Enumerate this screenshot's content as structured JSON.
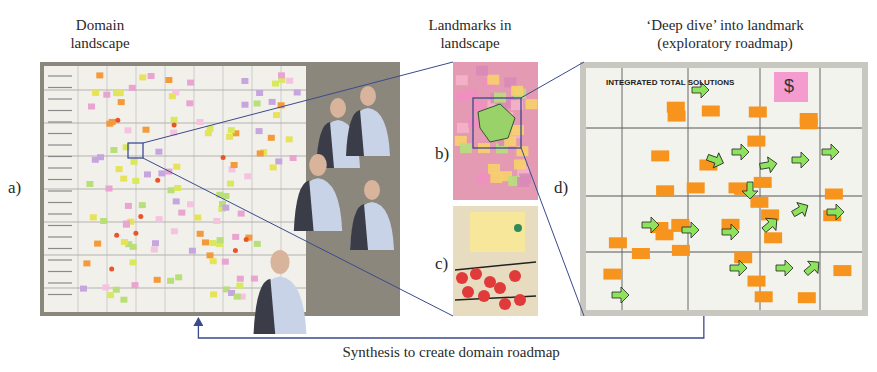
{
  "diagram": {
    "nodes": [
      {
        "text": [
          "Domain landscape",
          "a)"
        ]
      },
      {
        "text": [
          "Landmarks in landscape",
          "b)"
        ]
      },
      {
        "text": [
          "c)"
        ]
      },
      {
        "text": [
          "‘Deep dive’ into landmark (exploratory roadmap)",
          "d)"
        ]
      }
    ],
    "edges": [
      {
        "from": 0,
        "to": 1,
        "arrow": "none"
      },
      {
        "from": 0,
        "to": 2,
        "arrow": "none"
      },
      {
        "from": 1,
        "to": 3,
        "arrow": "none"
      },
      {
        "from": 3,
        "to": 0,
        "label": "Synthesis to create domain roadmap",
        "arrow": "to"
      }
    ],
    "labels": [
      "INTEGRATED TOTAL SOLUTIONS",
      "$"
    ]
  }
}
